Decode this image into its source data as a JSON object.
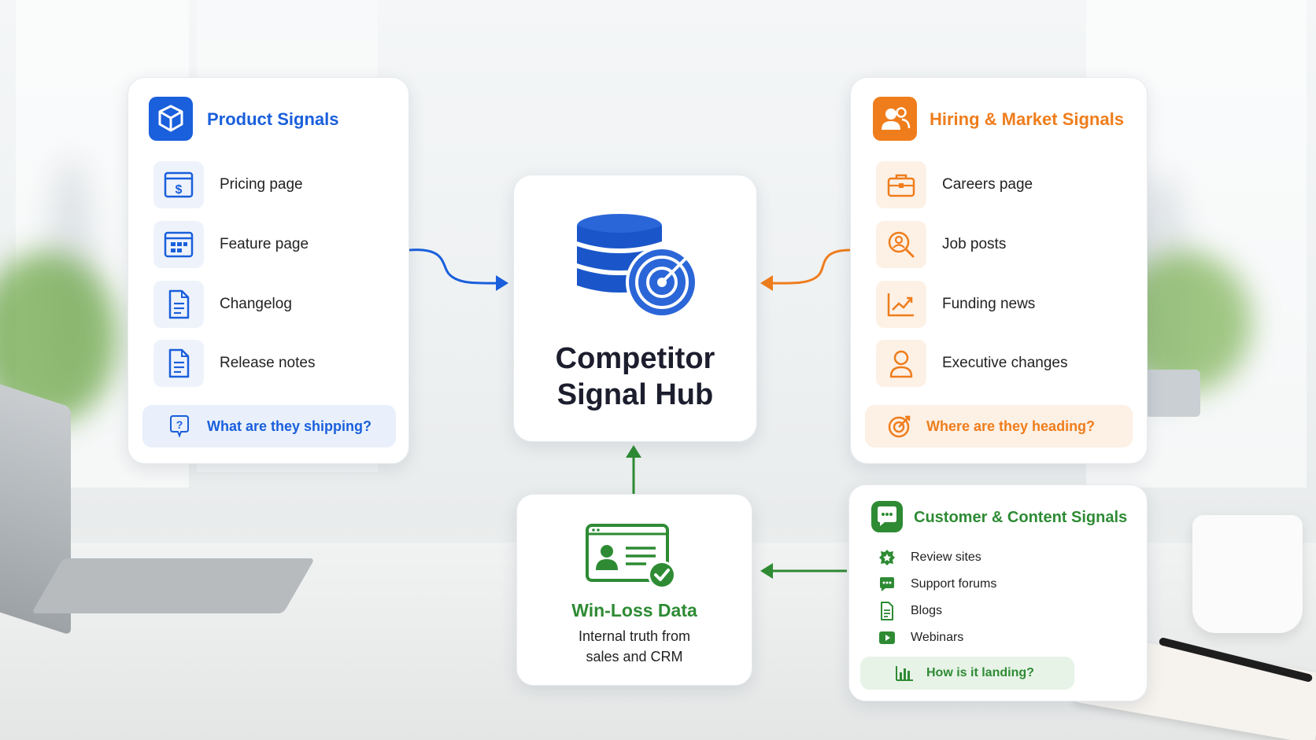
{
  "colors": {
    "blue": "#1a5fdc",
    "orange": "#ef7d1c",
    "green": "#2e8b34",
    "dark": "#1c1e2e"
  },
  "product": {
    "title": "Product Signals",
    "icon": "cube-icon",
    "items": [
      {
        "label": "Pricing page",
        "icon": "pricing-page-icon"
      },
      {
        "label": "Feature page",
        "icon": "feature-page-icon"
      },
      {
        "label": "Changelog",
        "icon": "document-icon"
      },
      {
        "label": "Release notes",
        "icon": "document-icon"
      }
    ],
    "callout": "What are they shipping?"
  },
  "hiring": {
    "title": "Hiring & Market Signals",
    "icon": "people-icon",
    "items": [
      {
        "label": "Careers page",
        "icon": "briefcase-icon"
      },
      {
        "label": "Job posts",
        "icon": "search-person-icon"
      },
      {
        "label": "Funding news",
        "icon": "trend-chart-icon"
      },
      {
        "label": "Executive changes",
        "icon": "person-icon"
      }
    ],
    "callout": "Where are they heading?"
  },
  "hub": {
    "title_line1": "Competitor",
    "title_line2": "Signal Hub",
    "icon": "database-radar-icon"
  },
  "winloss": {
    "title": "Win-Loss Data",
    "desc_line1": "Internal truth from",
    "desc_line2": "sales and CRM",
    "icon": "id-card-check-icon"
  },
  "customer": {
    "title": "Customer & Content Signals",
    "icon": "chat-bubble-icon",
    "items": [
      {
        "label": "Review sites",
        "icon": "star-badge-icon"
      },
      {
        "label": "Support forums",
        "icon": "chat-icon"
      },
      {
        "label": "Blogs",
        "icon": "document-icon"
      },
      {
        "label": "Webinars",
        "icon": "play-icon"
      }
    ],
    "callout": "How is it landing?"
  }
}
